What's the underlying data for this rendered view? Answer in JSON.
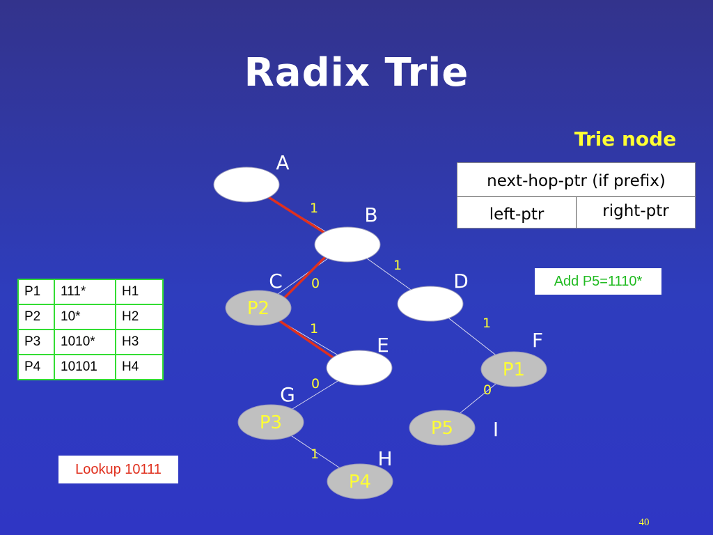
{
  "title": "Radix Trie",
  "trie_node": {
    "title": "Trie node",
    "row1": "next-hop-ptr (if prefix)",
    "left": "left-ptr",
    "right": "right-ptr"
  },
  "add_label": "Add P5=1110*",
  "lookup_label": "Lookup 10111",
  "page_number": "40",
  "prefix_table": [
    [
      "P1",
      "111*",
      "H1"
    ],
    [
      "P2",
      "10*",
      "H2"
    ],
    [
      "P3",
      "1010*",
      "H3"
    ],
    [
      "P4",
      "10101",
      "H4"
    ]
  ],
  "trie": {
    "nodes": [
      {
        "id": "A",
        "label": "A",
        "prefix": ""
      },
      {
        "id": "B",
        "label": "B",
        "prefix": ""
      },
      {
        "id": "C",
        "label": "C",
        "prefix": "P2"
      },
      {
        "id": "D",
        "label": "D",
        "prefix": ""
      },
      {
        "id": "E",
        "label": "E",
        "prefix": ""
      },
      {
        "id": "F",
        "label": "F",
        "prefix": "P1"
      },
      {
        "id": "G",
        "label": "G",
        "prefix": "P3"
      },
      {
        "id": "H",
        "label": "H",
        "prefix": "P4"
      },
      {
        "id": "I",
        "label": "I",
        "prefix": "P5"
      }
    ],
    "edges": [
      {
        "from": "A",
        "to": "B",
        "bit": "1"
      },
      {
        "from": "B",
        "to": "C",
        "bit": "0"
      },
      {
        "from": "B",
        "to": "D",
        "bit": "1"
      },
      {
        "from": "C",
        "to": "E",
        "bit": "1"
      },
      {
        "from": "D",
        "to": "F",
        "bit": "1"
      },
      {
        "from": "E",
        "to": "G",
        "bit": "0"
      },
      {
        "from": "F",
        "to": "I",
        "bit": "0"
      },
      {
        "from": "G",
        "to": "H",
        "bit": "1"
      }
    ],
    "lookup_path": [
      "A",
      "B",
      "C",
      "E"
    ]
  },
  "colors": {
    "background": "#2e3dbd",
    "title": "#ffffff",
    "accent": "#ffff33",
    "empty_node": "#ffffff",
    "prefix_node": "#c0c0c0",
    "path": "#e0301e",
    "table_border": "#33dd33"
  }
}
